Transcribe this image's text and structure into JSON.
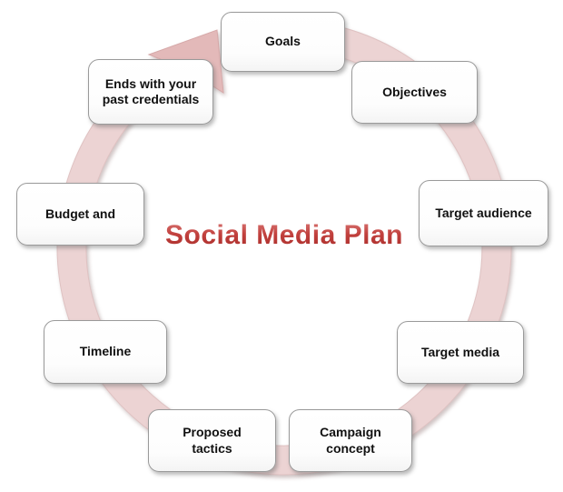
{
  "title": "Social Media Plan",
  "colors": {
    "band": "#ecd3d3",
    "arrowhead": "#e3b9b9",
    "title_text": "#c2413e",
    "box_border": "#9a9a9a",
    "box_text": "#111111"
  },
  "diagram": {
    "type": "cycle",
    "direction": "clockwise",
    "nodes": [
      {
        "label": "Goals"
      },
      {
        "label": "Objectives"
      },
      {
        "label": "Target audience"
      },
      {
        "label": "Target media"
      },
      {
        "label": "Campaign concept"
      },
      {
        "label": "Proposed tactics"
      },
      {
        "label": "Timeline"
      },
      {
        "label": "Budget and"
      },
      {
        "label": "Ends with your past credentials"
      }
    ]
  }
}
